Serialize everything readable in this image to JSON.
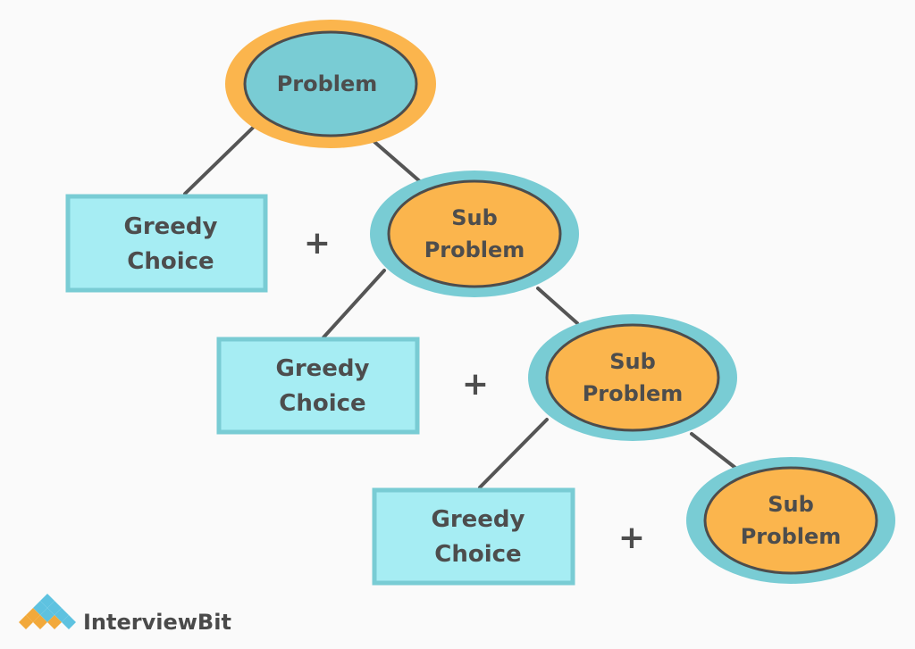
{
  "root": {
    "label": "Problem"
  },
  "levels": [
    {
      "greedy": {
        "line1": "Greedy",
        "line2": "Choice"
      },
      "plus": "+",
      "sub": {
        "line1": "Sub",
        "line2": "Problem"
      }
    },
    {
      "greedy": {
        "line1": "Greedy",
        "line2": "Choice"
      },
      "plus": "+",
      "sub": {
        "line1": "Sub",
        "line2": "Problem"
      }
    },
    {
      "greedy": {
        "line1": "Greedy",
        "line2": "Choice"
      },
      "plus": "+",
      "sub": {
        "line1": "Sub",
        "line2": "Problem"
      }
    }
  ],
  "logo": {
    "text": "InterviewBit"
  },
  "colors": {
    "teal": "#79ccd4",
    "orange": "#fbb54d",
    "box_fill": "#a6edf3",
    "box_border": "#79ccd4",
    "line": "#4d4d4d",
    "text": "#4d4d4d"
  }
}
